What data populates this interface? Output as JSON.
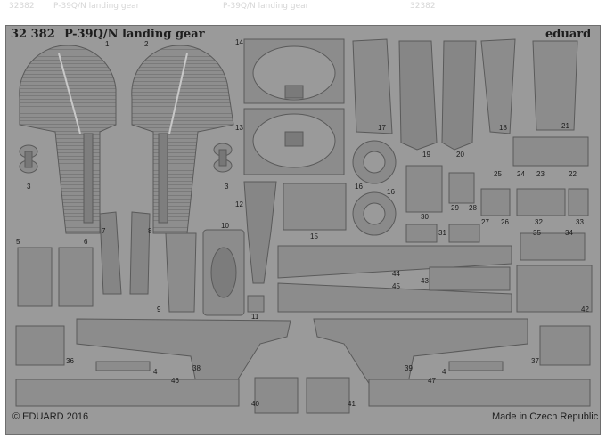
{
  "ghost_text": [
    "P-39Q/N landing gear",
    "P-39Q/N landing gear",
    "32382",
    "32382"
  ],
  "sheet": {
    "catalog_number": "32 382",
    "title": "P-39Q/N landing gear",
    "brand": "eduard",
    "copyright": "© EDUARD 2016",
    "origin": "Made in Czech Republic"
  },
  "part_numbers": [
    "1",
    "2",
    "3",
    "3",
    "4",
    "4",
    "5",
    "6",
    "7",
    "8",
    "9",
    "10",
    "11",
    "12",
    "13",
    "14",
    "15",
    "16",
    "16",
    "17",
    "18",
    "19",
    "20",
    "21",
    "22",
    "23",
    "24",
    "25",
    "26",
    "27",
    "28",
    "29",
    "30",
    "31",
    "32",
    "33",
    "34",
    "35",
    "36",
    "37",
    "38",
    "39",
    "40",
    "41",
    "42",
    "43",
    "44",
    "45",
    "46",
    "47"
  ],
  "colors": {
    "fret": "#9a9a9a",
    "part": "#8c8c8c",
    "edge": "#5a5a5a",
    "text": "#1e1e1e"
  }
}
